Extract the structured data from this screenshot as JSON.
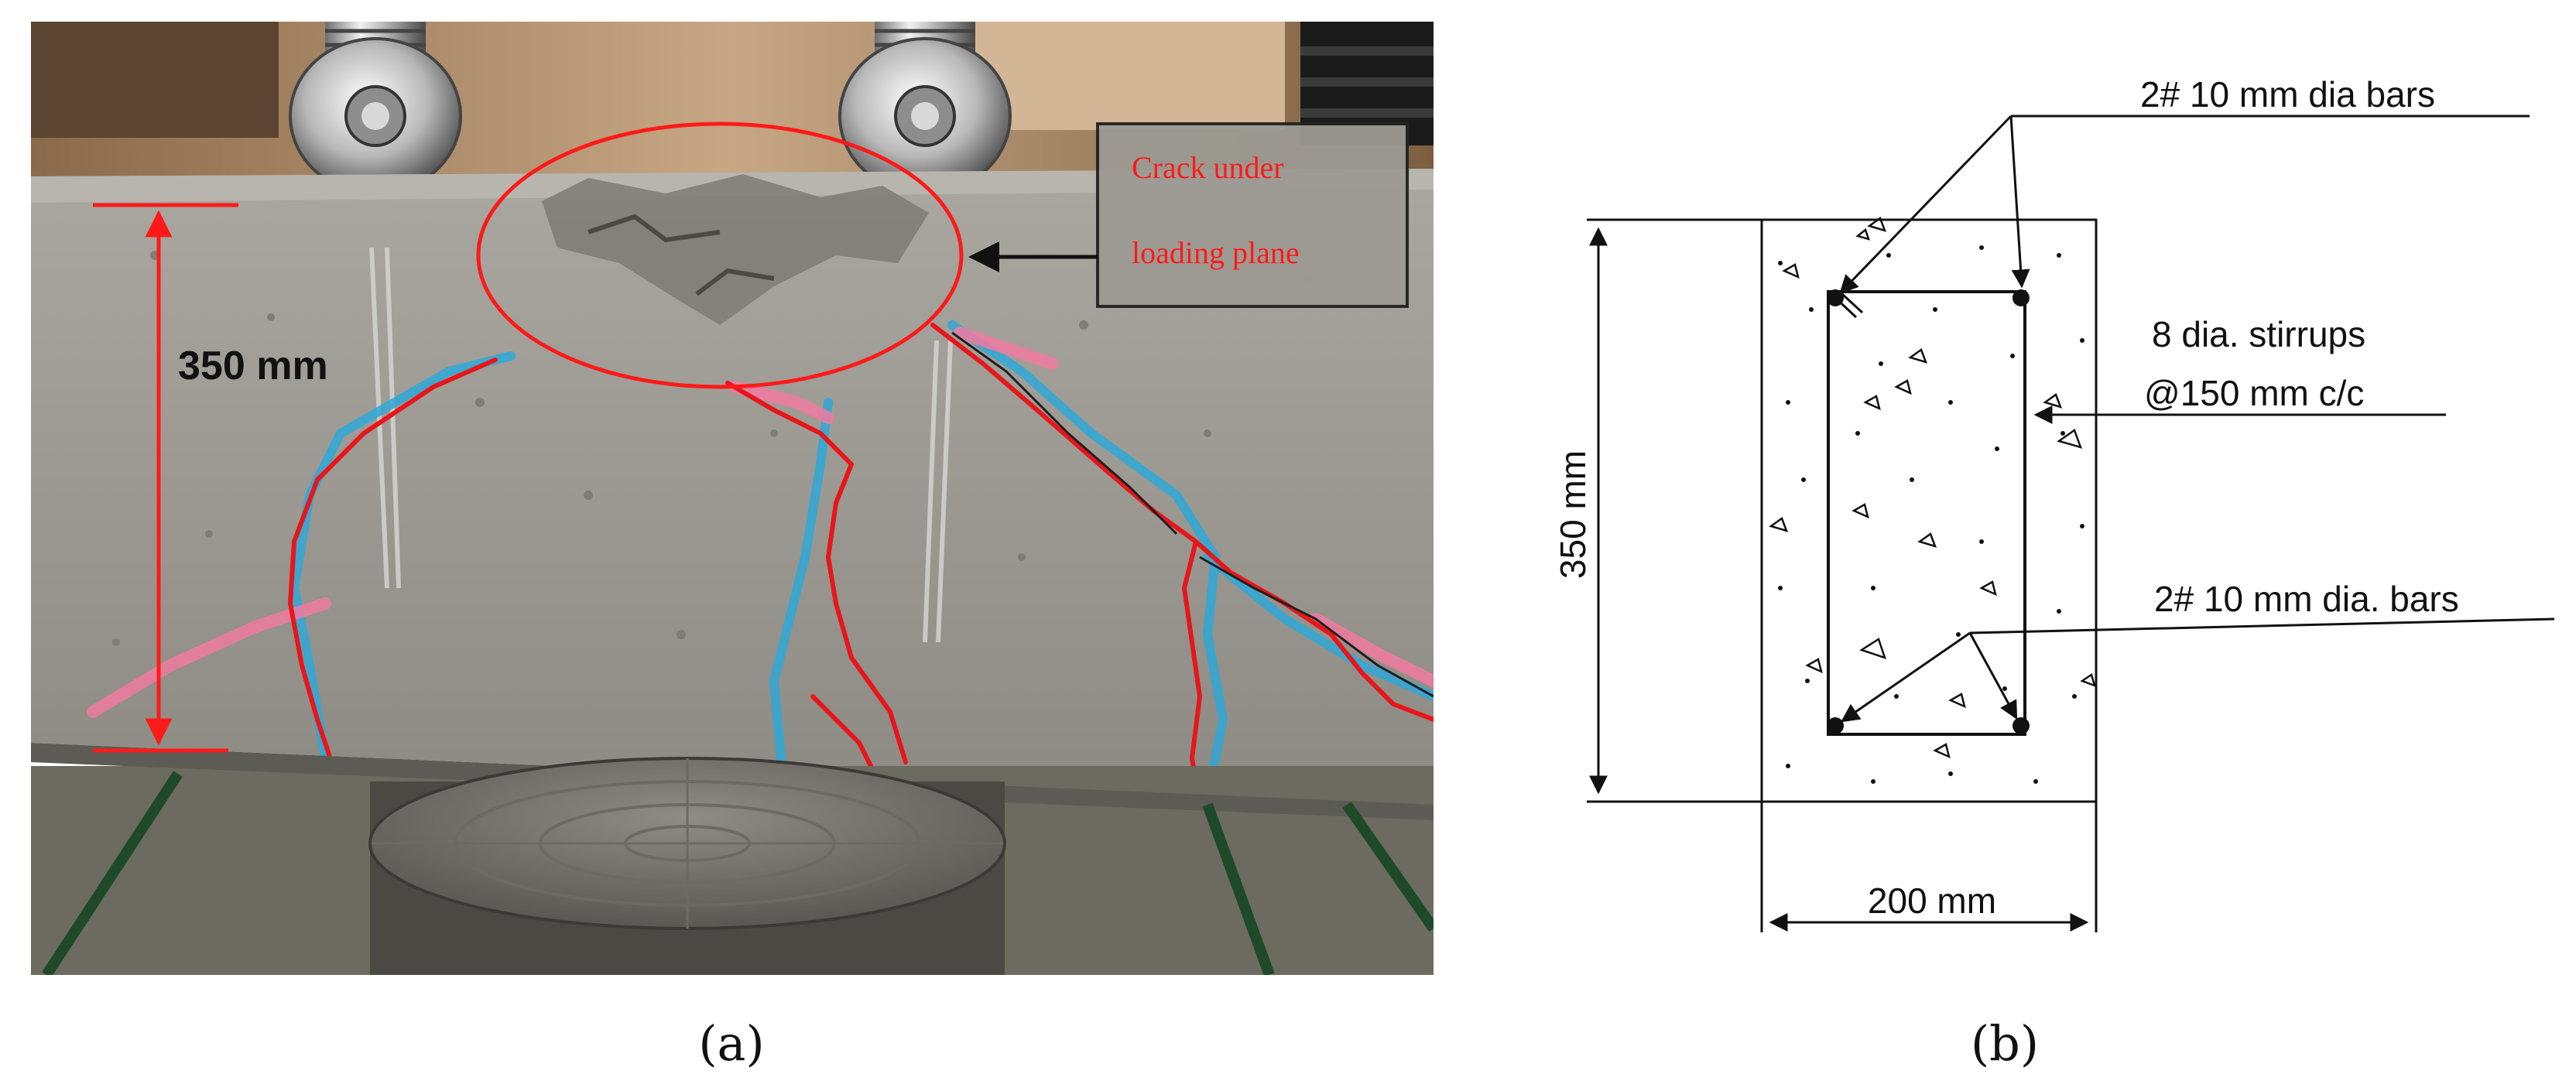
{
  "photo": {
    "dimension_label": "350 mm",
    "callout_line1": "Crack under",
    "callout_line2": "loading plane",
    "caption": "(a)"
  },
  "section": {
    "top_bars_label": "2# 10 mm dia bars",
    "stirrups_line1": "8 dia. stirrups",
    "stirrups_line2": "@150 mm c/c",
    "bottom_bars_label": "2# 10 mm dia. bars",
    "height_label": "350 mm",
    "width_label": "200 mm",
    "caption": "(b)"
  },
  "colors": {
    "crack_red": "#e8161b",
    "crack_blue": "#2fa8d8",
    "crack_pink": "#f07aa0",
    "concrete": "#9c9a93",
    "annotation_red": "#ff1a1a"
  }
}
